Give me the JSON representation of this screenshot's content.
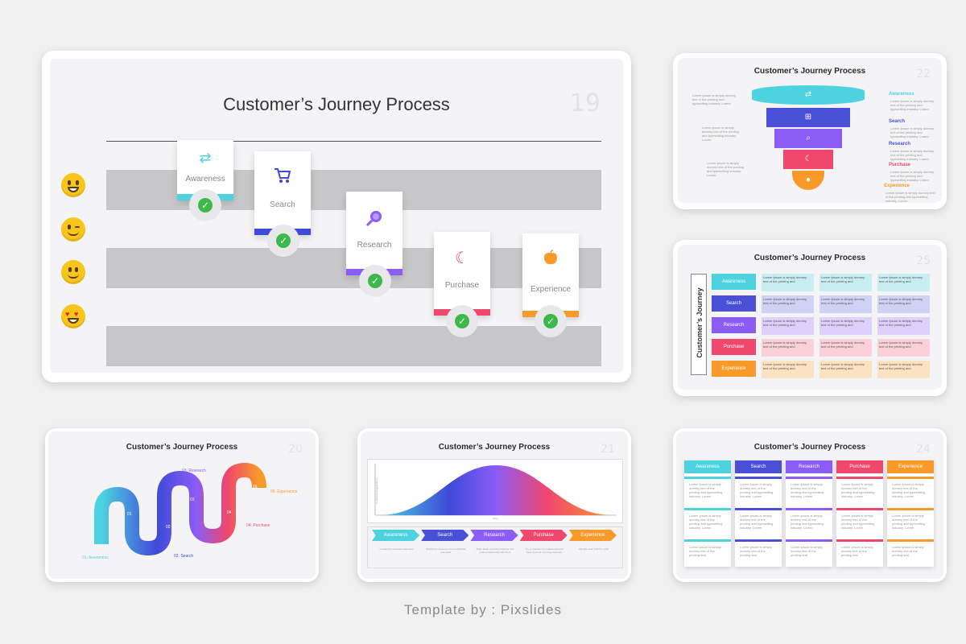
{
  "title": "Customer’s Journey Process",
  "footer": "Template by : Pixslides",
  "slide19": {
    "number": "19",
    "steps": [
      {
        "label": "Awareness",
        "icon": "shuffle-icon",
        "color": "#4dd3e0"
      },
      {
        "label": "Search",
        "icon": "cart-icon",
        "color": "#3f4ad8"
      },
      {
        "label": "Research",
        "icon": "magnifier-icon",
        "color": "#8b5cf6"
      },
      {
        "label": "Purchase",
        "icon": "moon-star-icon",
        "color": "#f0476d"
      },
      {
        "label": "Experience",
        "icon": "apple-icon",
        "color": "#f79a2a"
      }
    ],
    "emojis": [
      "grin-emoji",
      "wink-emoji",
      "smile-emoji",
      "heart-eyes-emoji"
    ]
  },
  "slide22": {
    "number": "22",
    "stages": [
      "Awareness",
      "Search",
      "Research",
      "Purchase",
      "Experience"
    ],
    "colors": [
      "#4dd3e0",
      "#4a4fd8",
      "#8b5cf6",
      "#f0476d",
      "#f79a2a"
    ],
    "lorem": "Lorem Ipsum is simply dummy text of the printing and typesetting industry. Lorem"
  },
  "slide25": {
    "number": "25",
    "side_label": "Customer’s Journey",
    "stages": [
      "Awareness",
      "Search",
      "Research",
      "Purchase",
      "Experience"
    ],
    "colors": [
      "#4dd3e0",
      "#4a4fd8",
      "#8b5cf6",
      "#f0476d",
      "#f79a2a"
    ],
    "light": [
      "#c9eef2",
      "#cfd1f5",
      "#ddd0fa",
      "#fcd0da",
      "#fde2c2"
    ],
    "cell": "Lorem Ipsum is simply dummy text of the printing and"
  },
  "slide20": {
    "number": "20",
    "labels": [
      {
        "text": "01. Awareness",
        "color": "#4dd3e0"
      },
      {
        "text": "02. Search",
        "color": "#3f4ad8"
      },
      {
        "text": "03. Research",
        "color": "#8b5cf6"
      },
      {
        "text": "04. Purchase",
        "color": "#f0476d"
      },
      {
        "text": "05. Experience",
        "color": "#f79a2a"
      }
    ],
    "nodes": [
      "01",
      "02",
      "03",
      "04",
      "05"
    ]
  },
  "slide21": {
    "number": "21",
    "ylabel": "Customer Engagement",
    "xlabel": "Time",
    "stages": [
      "Awareness",
      "Search",
      "Research",
      "Purchase",
      "Experience"
    ],
    "colors": [
      "#4dd3e0",
      "#4a4fd8",
      "#8b5cf6",
      "#f0476d",
      "#f79a2a"
    ],
    "notes": [
      "Contact the potential customers",
      "Check the customer into a subscriber and leads",
      "Make leads a priority customer and build a relationship with them",
      "Try to maintain the relationship and keep them as recurring customer",
      "Ultimate goal of all the cycle"
    ]
  },
  "slide24": {
    "number": "24",
    "stages": [
      "Awareness",
      "Search",
      "Research",
      "Purchase",
      "Experience"
    ],
    "colors": [
      "#4dd3e0",
      "#4a4fd8",
      "#8b5cf6",
      "#f0476d",
      "#f79a2a"
    ],
    "lorem": "Lorem Ipsum is simply dummy text of the printing and typesetting industry. Lorem",
    "lorem_short": "Lorem Ipsum is simply dummy text of the printing and"
  }
}
